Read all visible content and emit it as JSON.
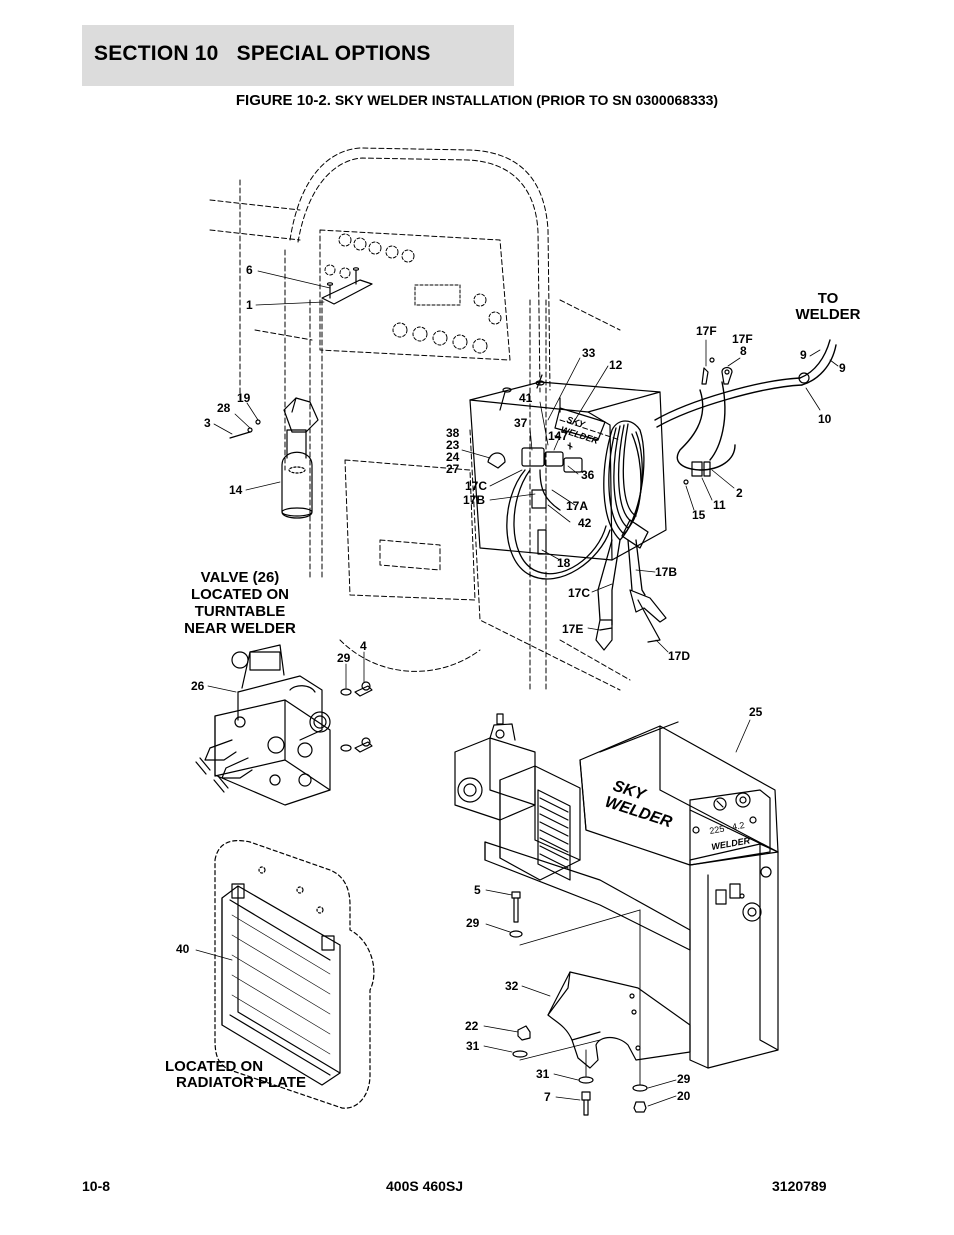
{
  "header": {
    "section_title": "SECTION 10   SPECIAL OPTIONS",
    "figure_prefix": "FIGURE 10-2.",
    "figure_title": "SKY WELDER INSTALLATION (PRIOR TO SN 0300068333)"
  },
  "diagram": {
    "brand_text_line1": "SKY",
    "brand_text_line2": "WELDER",
    "welder_model_text": "225 - 4.2",
    "welder_badge_text": "WELDER",
    "notes": {
      "to_welder": [
        "TO",
        "WELDER"
      ],
      "valve": [
        "VALVE (26)",
        "LOCATED ON",
        "TURNTABLE",
        "NEAR WELDER"
      ],
      "radiator": [
        "LOCATED ON",
        "RADIATOR PLATE"
      ]
    },
    "callouts": [
      {
        "id": "c-6",
        "label": "6"
      },
      {
        "id": "c-1",
        "label": "1"
      },
      {
        "id": "c-19",
        "label": "19"
      },
      {
        "id": "c-28",
        "label": "28"
      },
      {
        "id": "c-3",
        "label": "3"
      },
      {
        "id": "c-14",
        "label": "14"
      },
      {
        "id": "c-41",
        "label": "41"
      },
      {
        "id": "c-33",
        "label": "33"
      },
      {
        "id": "c-12",
        "label": "12"
      },
      {
        "id": "c-37",
        "label": "37"
      },
      {
        "id": "c-38",
        "label": "38"
      },
      {
        "id": "c-23",
        "label": "23"
      },
      {
        "id": "c-24",
        "label": "24"
      },
      {
        "id": "c-27",
        "label": "27"
      },
      {
        "id": "c-147",
        "label": "147"
      },
      {
        "id": "c-36",
        "label": "36"
      },
      {
        "id": "c-17c-top",
        "label": "17C"
      },
      {
        "id": "c-17b-top",
        "label": "17B"
      },
      {
        "id": "c-17a",
        "label": "17A"
      },
      {
        "id": "c-42",
        "label": "42"
      },
      {
        "id": "c-18",
        "label": "18"
      },
      {
        "id": "c-17b-low",
        "label": "17B"
      },
      {
        "id": "c-17c-low",
        "label": "17C"
      },
      {
        "id": "c-17e",
        "label": "17E"
      },
      {
        "id": "c-17d",
        "label": "17D"
      },
      {
        "id": "c-17f-a",
        "label": "17F"
      },
      {
        "id": "c-17f-b",
        "label": "17F"
      },
      {
        "id": "c-8",
        "label": "8"
      },
      {
        "id": "c-9a",
        "label": "9"
      },
      {
        "id": "c-9b",
        "label": "9"
      },
      {
        "id": "c-10",
        "label": "10"
      },
      {
        "id": "c-2",
        "label": "2"
      },
      {
        "id": "c-11",
        "label": "11"
      },
      {
        "id": "c-15",
        "label": "15"
      },
      {
        "id": "c-29-top",
        "label": "29"
      },
      {
        "id": "c-4",
        "label": "4"
      },
      {
        "id": "c-26",
        "label": "26"
      },
      {
        "id": "c-25",
        "label": "25"
      },
      {
        "id": "c-5",
        "label": "5"
      },
      {
        "id": "c-29-mid",
        "label": "29"
      },
      {
        "id": "c-40",
        "label": "40"
      },
      {
        "id": "c-32",
        "label": "32"
      },
      {
        "id": "c-22",
        "label": "22"
      },
      {
        "id": "c-31a",
        "label": "31"
      },
      {
        "id": "c-31b",
        "label": "31"
      },
      {
        "id": "c-7",
        "label": "7"
      },
      {
        "id": "c-29-low",
        "label": "29"
      },
      {
        "id": "c-20",
        "label": "20"
      }
    ]
  },
  "footer": {
    "page_number": "10-8",
    "model": "400S 460SJ",
    "doc_number": "3120789"
  }
}
